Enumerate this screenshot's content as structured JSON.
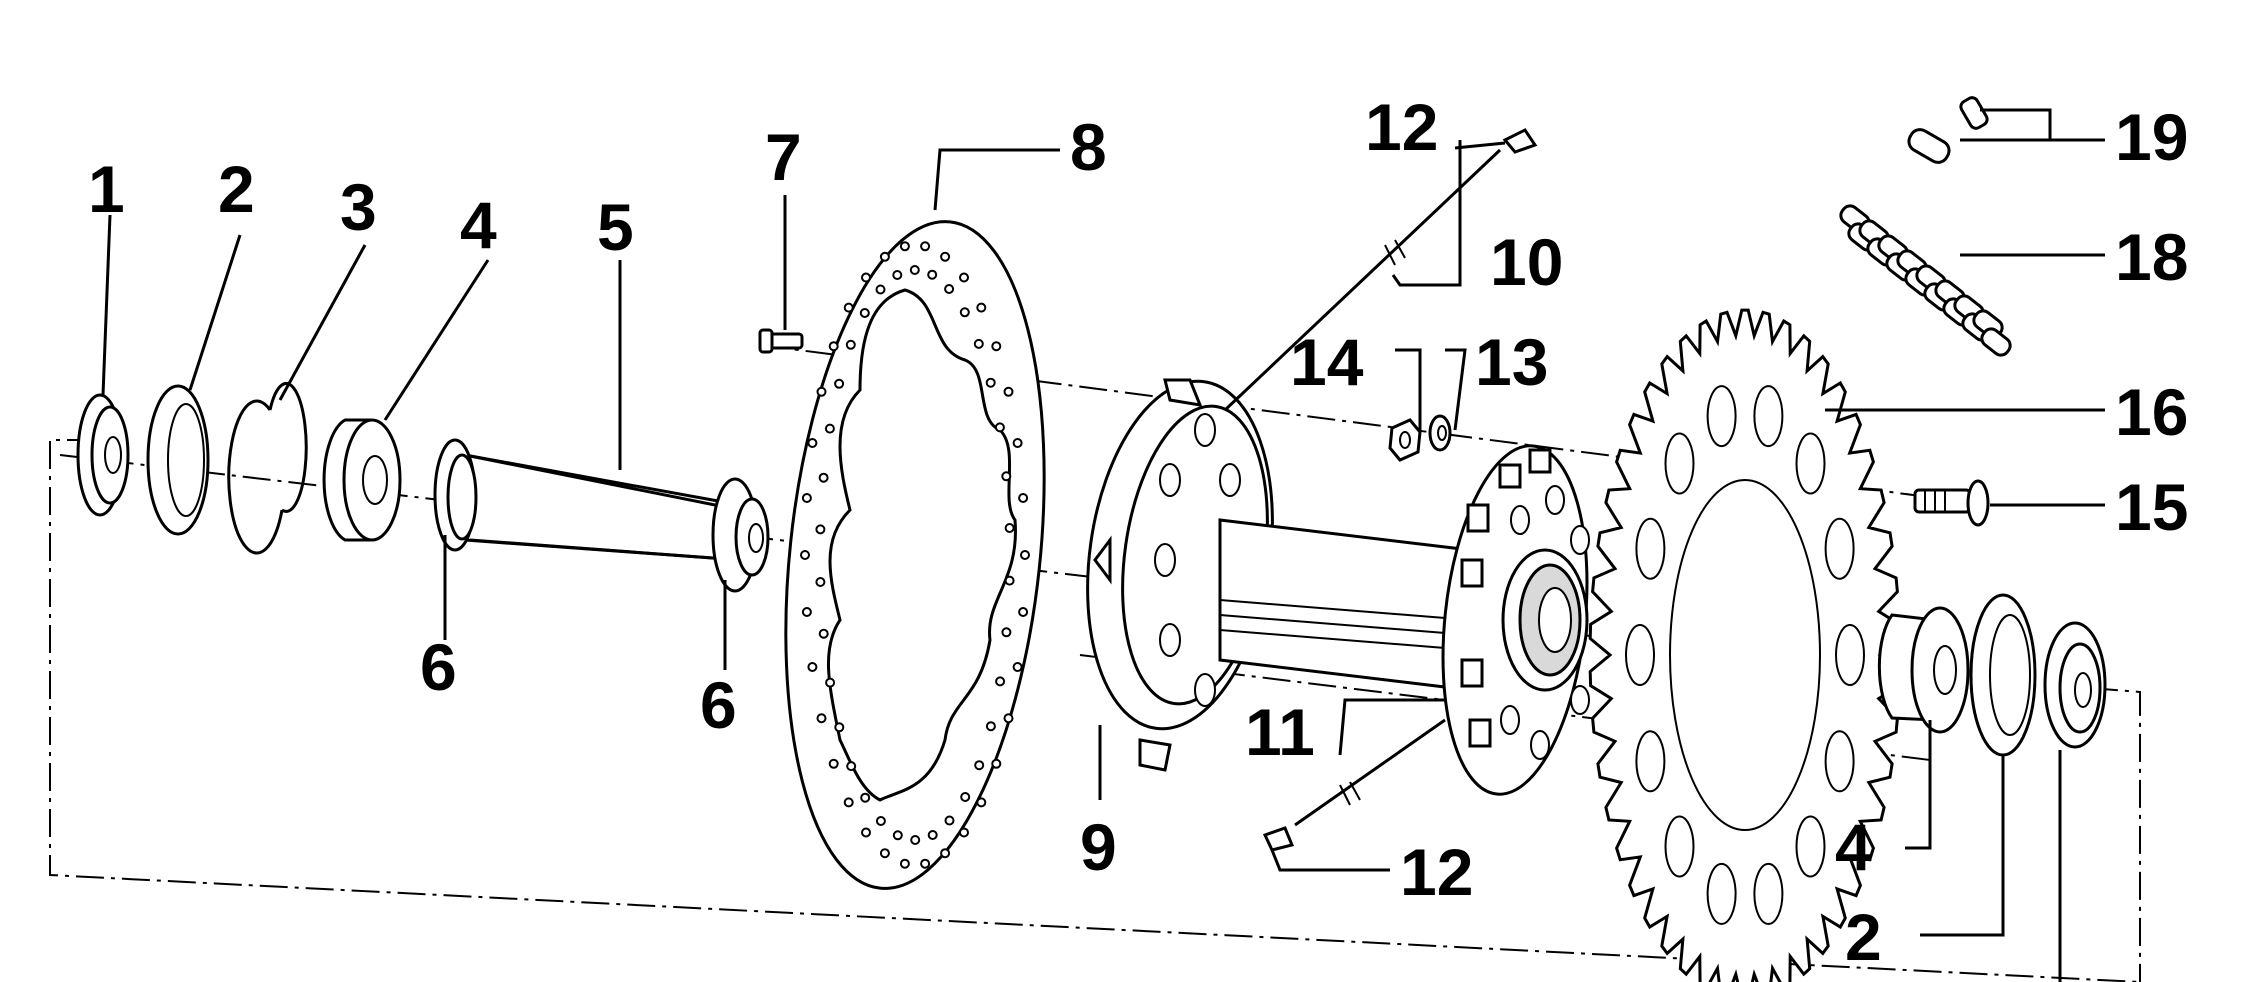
{
  "diagram": {
    "part_labels": [
      {
        "id": "p1",
        "text": "1"
      },
      {
        "id": "p2a",
        "text": "2"
      },
      {
        "id": "p3",
        "text": "3"
      },
      {
        "id": "p4a",
        "text": "4"
      },
      {
        "id": "p5",
        "text": "5"
      },
      {
        "id": "p6a",
        "text": "6"
      },
      {
        "id": "p6b",
        "text": "6"
      },
      {
        "id": "p7",
        "text": "7"
      },
      {
        "id": "p8",
        "text": "8"
      },
      {
        "id": "p9",
        "text": "9"
      },
      {
        "id": "p10",
        "text": "10"
      },
      {
        "id": "p11",
        "text": "11"
      },
      {
        "id": "p12a",
        "text": "12"
      },
      {
        "id": "p12b",
        "text": "12"
      },
      {
        "id": "p13",
        "text": "13"
      },
      {
        "id": "p14",
        "text": "14"
      },
      {
        "id": "p15",
        "text": "15"
      },
      {
        "id": "p16",
        "text": "16"
      },
      {
        "id": "p18",
        "text": "18"
      },
      {
        "id": "p19",
        "text": "19"
      },
      {
        "id": "p4b",
        "text": "4"
      },
      {
        "id": "p2b",
        "text": "2"
      }
    ]
  }
}
